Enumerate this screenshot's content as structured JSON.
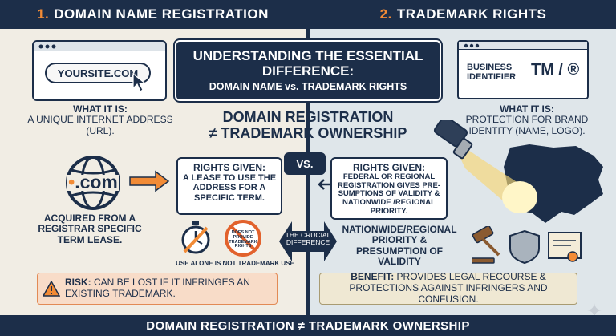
{
  "header_left": {
    "num": "1.",
    "title": "DOMAIN NAME REGISTRATION"
  },
  "header_right": {
    "num": "2.",
    "title": "TRADEMARK RIGHTS"
  },
  "title": {
    "main": "Understanding the Essential Difference:",
    "sub": "DOMAIN NAME vs. TRADEMARK RIGHTS"
  },
  "subtitle": {
    "line1": "DOMAIN REGISTRATION",
    "line2": "≠ TRADEMARK OWNERSHIP"
  },
  "vs_label": "VS.",
  "left": {
    "url": "YOURSITE.COM",
    "what_it_is_title": "WHAT IT IS:",
    "what_it_is_text": "A UNIQUE INTERNET ADDRESS (URL).",
    "globe_label": ".com",
    "rights_title": "RIGHTS GIVEN:",
    "rights_text": "A LEASE TO USE THE ADDRESS FOR A SPECIFIC TERM.",
    "acquired_text": "ACQUIRED FROM A REGISTRAR SPECIFIC TERM LEASE.",
    "no_sign_text": "DOES NOT PROVIDE TRADEMARK RIGHTS",
    "alone_note": "USE ALONE IS NOT TRADEMARK USE",
    "risk_label": "RISK:",
    "risk_text": "CAN BE LOST IF IT INFRINGES AN EXISTING TRADEMARK."
  },
  "center": {
    "crucial_text": "THE CRUCIAL DIFFERENCE"
  },
  "right": {
    "business_identifier": "BUSINESS IDENTIFIER",
    "tm_mark": "TM / ®",
    "what_it_is_title": "WHAT IT IS:",
    "what_it_is_text": "PROTECTION FOR BRAND IDENTITY (NAME, LOGO).",
    "rights_title": "RIGHTS GIVEN:",
    "rights_text": "FEDERAL OR REGIONAL REGISTRATION GIVES PRE-SUMPTIONS OF VALIDITY & NATIONWIDE /REGIONAL PRIORITY.",
    "priority_text": "NATIONWIDE/REGIONAL PRIORITY & PRESUMPTION OF VALIDITY",
    "benefit_label": "BENEFIT:",
    "benefit_text": "PROVIDES LEGAL RECOURSE & PROTECTIONS AGAINST INFRINGERS AND CONFUSION."
  },
  "footer": "DOMAIN REGISTRATION ≠ TRADEMARK OWNERSHIP",
  "colors": {
    "navy": "#1c2e49",
    "orange": "#f28b36",
    "spotlight": "#f7d774"
  }
}
